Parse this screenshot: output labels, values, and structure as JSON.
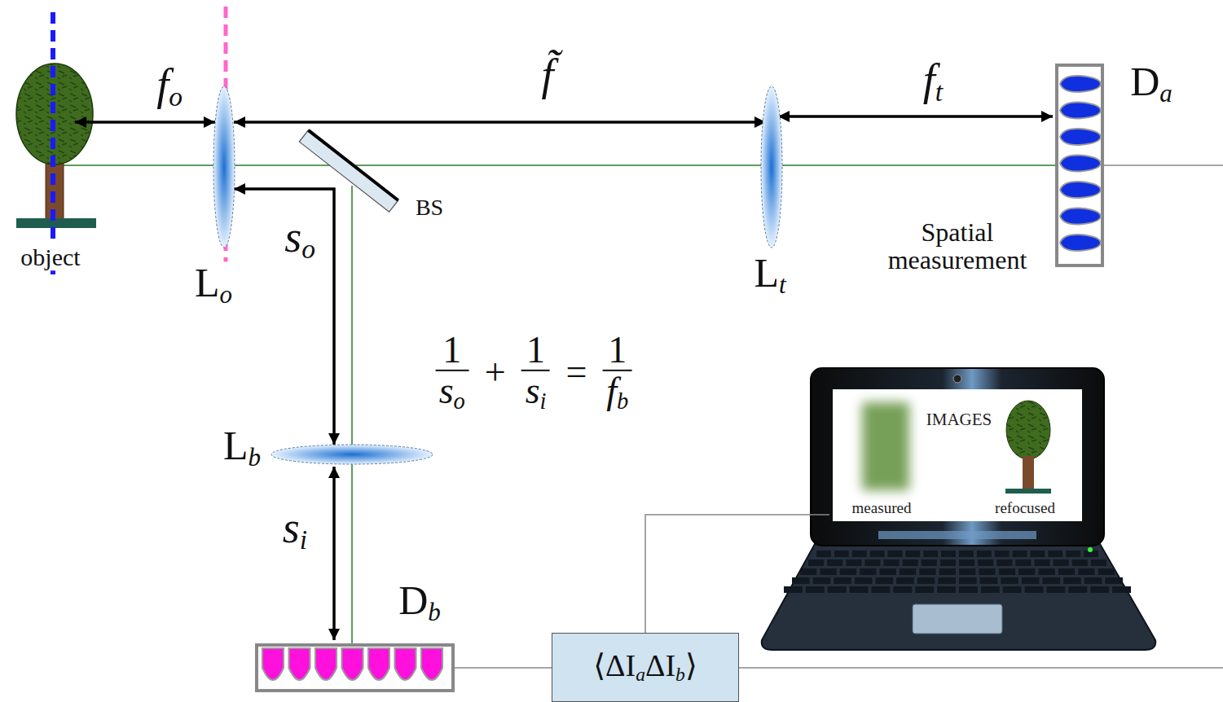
{
  "diagram": {
    "nodes": [
      {
        "text": [
          "L_o"
        ]
      },
      {
        "text": [
          "L_t"
        ]
      },
      {
        "text": [
          "D_a"
        ]
      },
      {
        "text": [
          "L_b"
        ]
      },
      {
        "text": [
          "D_b"
        ]
      },
      {
        "text": [
          "⟨ΔI_aΔI_b⟩"
        ]
      },
      {
        "text": [
          "IMAGES",
          "measured",
          "refocused"
        ]
      }
    ],
    "edges": [
      {
        "from": 4,
        "to": 5,
        "arrow": "none"
      },
      {
        "from": 5,
        "to": 6,
        "arrow": "none"
      }
    ],
    "labels": [
      "f_o",
      "f̃",
      "f_t",
      "s_o",
      "s_i",
      "1/s_o + 1/s_i = 1/f_b",
      "object",
      "BS",
      "Spatial measurement"
    ]
  }
}
